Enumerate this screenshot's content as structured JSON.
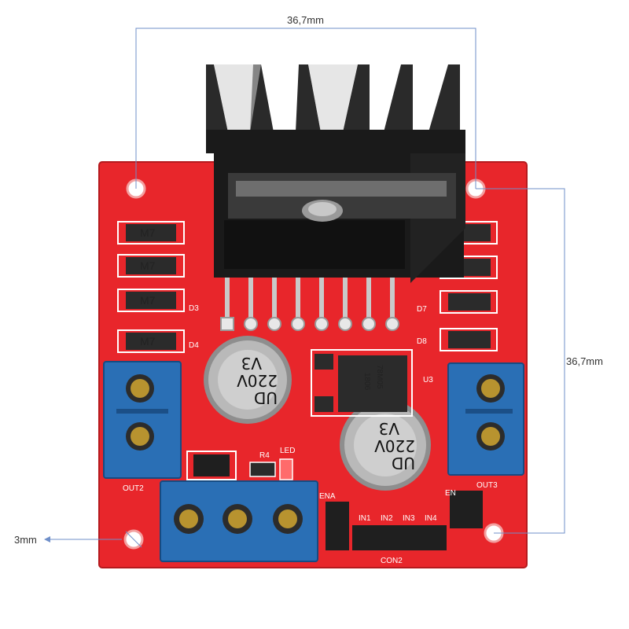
{
  "dimensions": {
    "top_width": "36,7mm",
    "right_height": "36,7mm",
    "hole_offset": "3mm"
  },
  "board_labels": {
    "d3": "D3",
    "d4": "D4",
    "d7": "D7",
    "d8": "D8",
    "u3": "U3",
    "out2": "OUT2",
    "out3": "OUT3",
    "r4": "R4",
    "led": "LED",
    "ena": "ENA",
    "enb": "EN",
    "in1": "IN1",
    "in2": "IN2",
    "in3": "IN3",
    "in4": "IN4",
    "con2": "CON2"
  },
  "components": {
    "diode_mark": "M7",
    "cap_voltage": "220V",
    "cap_rating": "V3",
    "cap_brand": "UD",
    "regulator_mark": "78M05",
    "regulator_code": "1806"
  },
  "colors": {
    "pcb": "#e8262b",
    "terminal": "#2a6fb5",
    "heatsink": "#1a1a1a",
    "dimension_line": "#6f8fc9"
  }
}
